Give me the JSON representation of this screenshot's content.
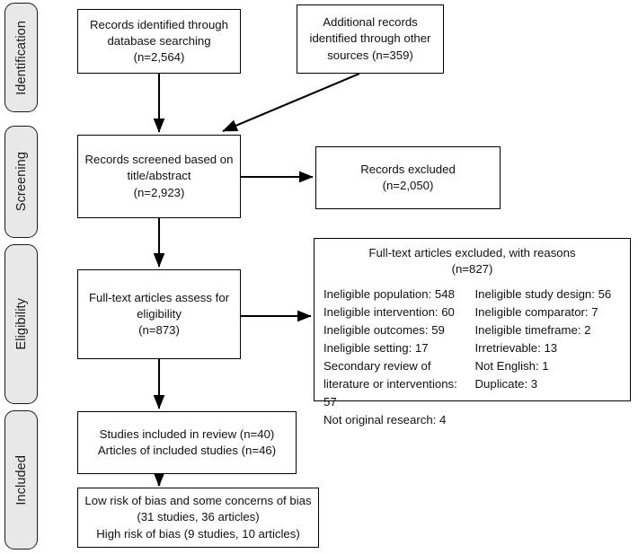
{
  "diagram": {
    "title": "PRISMA study selection flow diagram",
    "type": "prisma-flow-diagram",
    "colors": {
      "box_border": "#000000",
      "box_fill": "#ffffff",
      "phase_fill": "#e8e8e8",
      "phase_border": "#1a1a1a",
      "text": "#111111",
      "arrow": "#000000"
    }
  },
  "phases": [
    {
      "id": "identification",
      "label": "Identification"
    },
    {
      "id": "screening",
      "label": "Screening"
    },
    {
      "id": "eligibility",
      "label": "Eligibility"
    },
    {
      "id": "included",
      "label": "Included"
    }
  ],
  "nodes": {
    "records_identified": {
      "lines": [
        "Records identified through",
        "database searching",
        "(n=2,564)"
      ],
      "count": 2564
    },
    "additional_records": {
      "lines": [
        "Additional records",
        "identified through other",
        "sources (n=359)"
      ],
      "count": 359
    },
    "records_screened": {
      "lines": [
        "Records screened based on",
        "title/abstract",
        "(n=2,923)"
      ],
      "count": 2923
    },
    "records_excluded": {
      "lines": [
        "Records excluded",
        "(n=2,050)"
      ],
      "count": 2050
    },
    "fulltext_assessed": {
      "lines": [
        "Full-text articles assess for",
        "eligibility",
        "(n=873)"
      ],
      "count": 873
    },
    "studies_included": {
      "lines": [
        "Studies included in review (n=40)",
        "Articles of included studies (n=46)"
      ],
      "studies": 40,
      "articles": 46
    },
    "risk_of_bias": {
      "lines": [
        "Low risk of bias and some concerns of bias",
        "(31 studies, 36 articles)",
        "High risk of bias (9 studies, 10 articles)"
      ]
    }
  },
  "excluded_reasons": {
    "heading_line_1": "Full-text articles excluded, with reasons",
    "heading_line_2": "(n=827)",
    "total": 827,
    "column_left": [
      {
        "label": "Ineligible population: 548",
        "value": 548
      },
      {
        "label": "Ineligible intervention: 60",
        "value": 60
      },
      {
        "label": "Ineligible outcomes: 59",
        "value": 59
      },
      {
        "label": "Ineligible setting: 17",
        "value": 17
      },
      {
        "label": "Secondary review of literature or interventions: 57",
        "value": 57
      },
      {
        "label": "Not original research: 4",
        "value": 4
      }
    ],
    "column_right": [
      {
        "label": "Ineligible study design: 56",
        "value": 56
      },
      {
        "label": "Ineligible comparator: 7",
        "value": 7
      },
      {
        "label": "Ineligible timeframe: 2",
        "value": 2
      },
      {
        "label": "Irretrievable: 13",
        "value": 13
      },
      {
        "label": "Not English: 1",
        "value": 1
      },
      {
        "label": "Duplicate: 3",
        "value": 3
      }
    ]
  }
}
